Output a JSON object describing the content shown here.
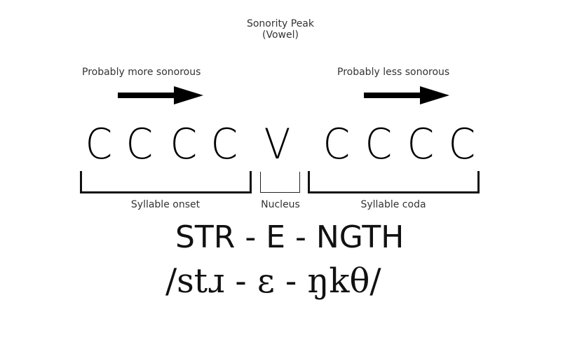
{
  "diagram": {
    "peak_label": {
      "line1": "Sonority Peak",
      "line2": "(Vowel)"
    },
    "left_annotation": {
      "label": "Probably more sonorous",
      "arrow_icon": "right-arrow-icon"
    },
    "right_annotation": {
      "label": "Probably less sonorous",
      "arrow_icon": "right-arrow-icon"
    },
    "syllable_template": {
      "onset": [
        "C",
        "C",
        "C",
        "C"
      ],
      "nucleus": "V",
      "coda": [
        "C",
        "C",
        "C",
        "C"
      ]
    },
    "brackets": {
      "onset_label": "Syllable onset",
      "nucleus_label": "Nucleus",
      "coda_label": "Syllable coda"
    },
    "example": {
      "orthographic": "STR - E - NGTH",
      "ipa": "/stɹ - ɛ - ŋkθ/"
    }
  }
}
